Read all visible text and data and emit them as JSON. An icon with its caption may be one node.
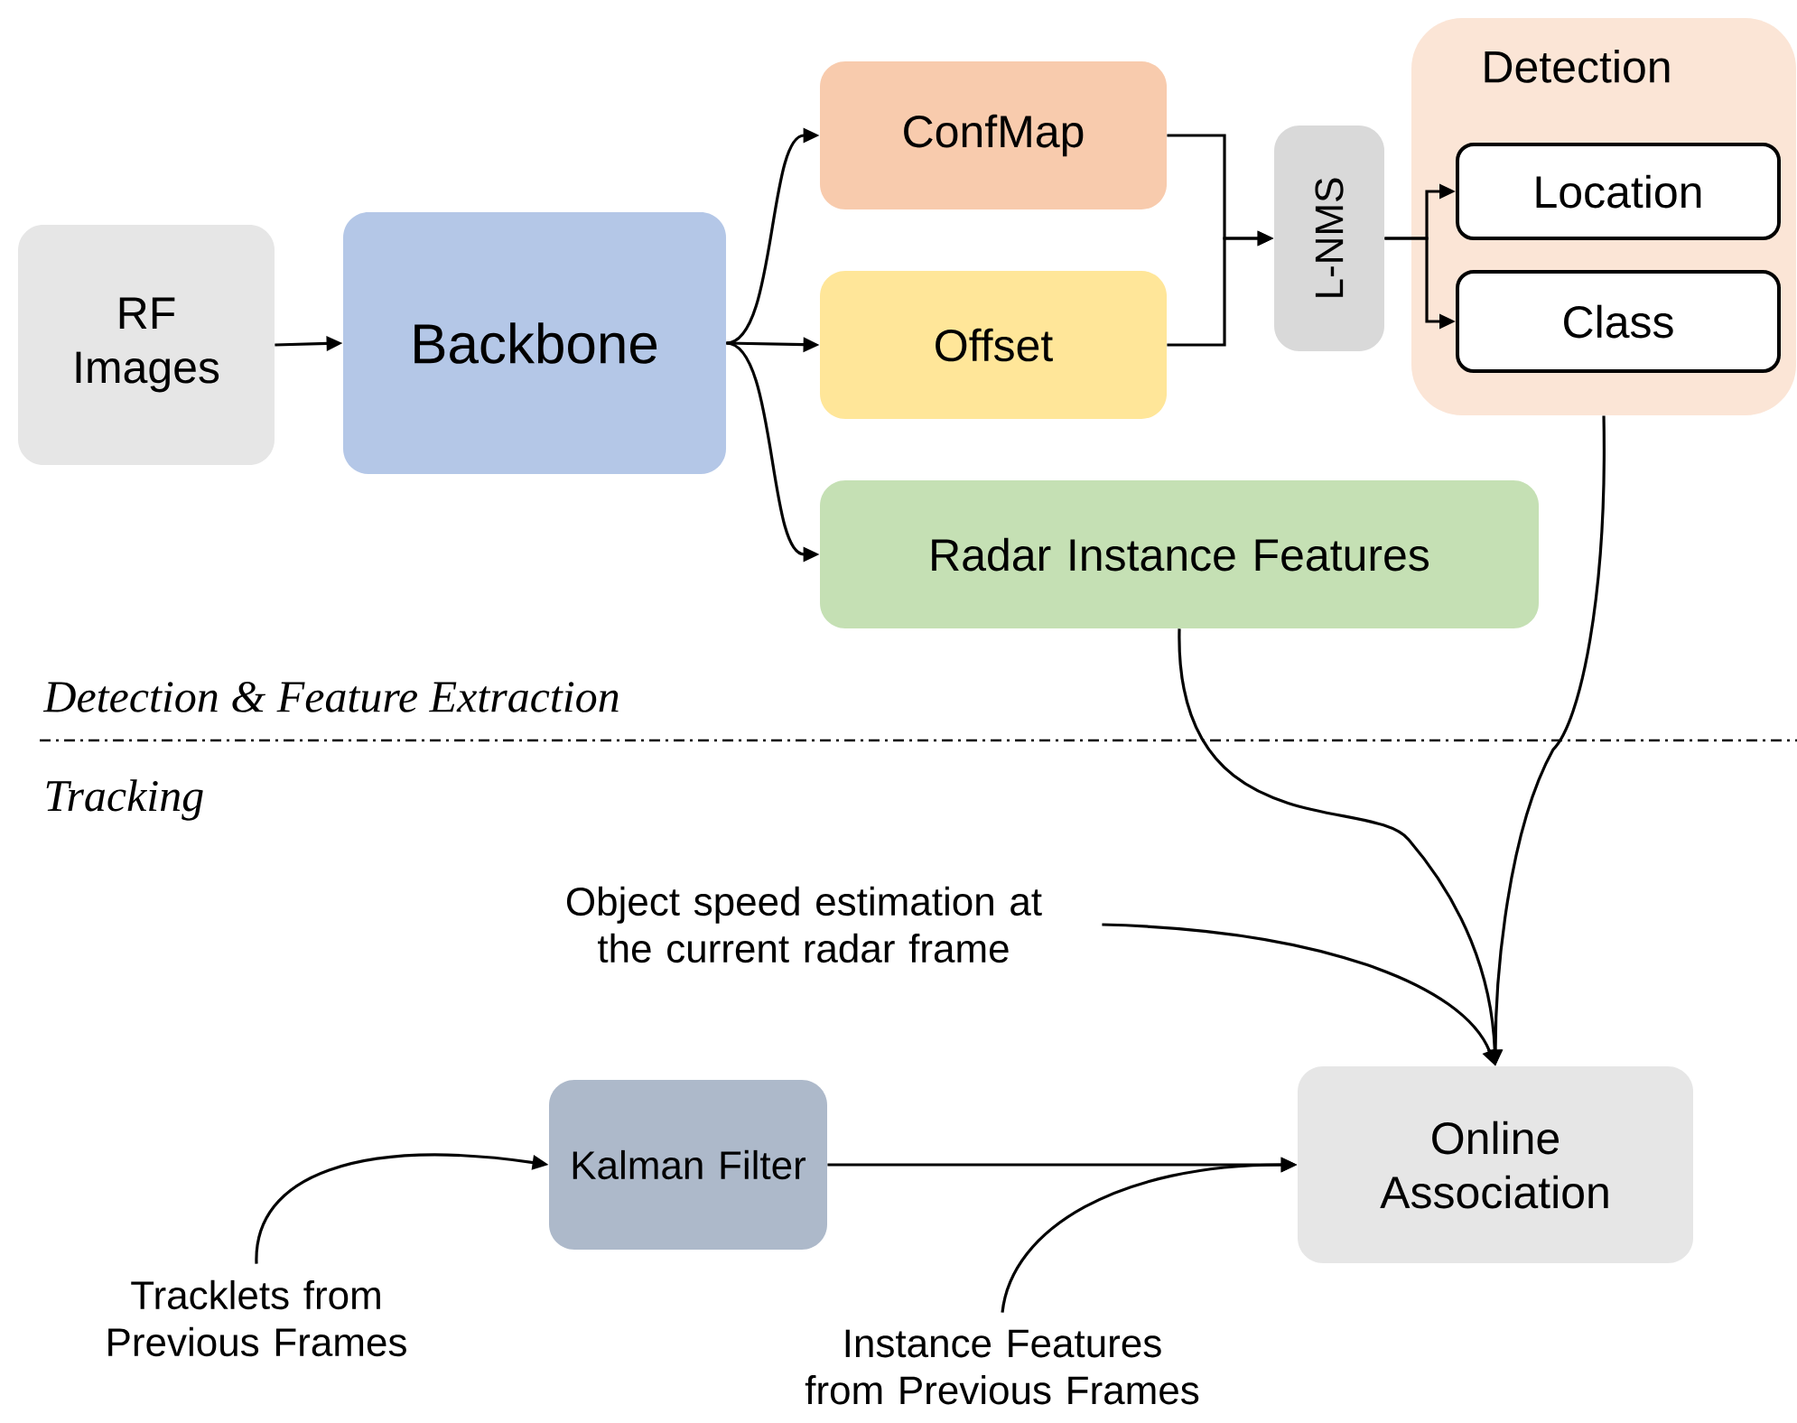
{
  "diagram": {
    "nodes": [
      {
        "text": [
          "RF Images"
        ]
      },
      {
        "text": [
          "Backbone"
        ]
      },
      {
        "text": [
          "ConfMap"
        ]
      },
      {
        "text": [
          "Offset"
        ]
      },
      {
        "text": [
          "Radar Instance Features"
        ]
      },
      {
        "text": [
          "L-NMS"
        ]
      },
      {
        "text": [
          "Detection"
        ]
      },
      {
        "text": [
          "Location"
        ],
        "in": 6
      },
      {
        "text": [
          "Class"
        ],
        "in": 6
      },
      {
        "text": [
          "Object speed estimation at the current radar frame"
        ]
      },
      {
        "text": [
          "Kalman Filter"
        ]
      },
      {
        "text": [
          "Online Association"
        ]
      },
      {
        "text": [
          "Tracklets from Previous Frames"
        ]
      },
      {
        "text": [
          "Instance Features from Previous Frames"
        ]
      }
    ],
    "edges": [
      {
        "from": 0,
        "to": 1,
        "arrow": "to"
      },
      {
        "from": 1,
        "to": 2,
        "arrow": "to"
      },
      {
        "from": 1,
        "to": 3,
        "arrow": "to"
      },
      {
        "from": 1,
        "to": 4,
        "arrow": "to"
      },
      {
        "from": 2,
        "to": 5,
        "arrow": "to"
      },
      {
        "from": 3,
        "to": 5,
        "arrow": "to"
      },
      {
        "from": 5,
        "to": 7,
        "arrow": "to"
      },
      {
        "from": 5,
        "to": 8,
        "arrow": "to"
      },
      {
        "from": 4,
        "to": 11,
        "arrow": "to"
      },
      {
        "from": 6,
        "to": 11,
        "arrow": "to"
      },
      {
        "from": 9,
        "to": 11,
        "arrow": "to"
      },
      {
        "from": 12,
        "to": 10,
        "arrow": "to"
      },
      {
        "from": 10,
        "to": 11,
        "arrow": "to"
      },
      {
        "from": 13,
        "to": 11,
        "arrow": "to"
      }
    ],
    "labels": [
      "Detection & Feature Extraction",
      "Tracking"
    ]
  }
}
